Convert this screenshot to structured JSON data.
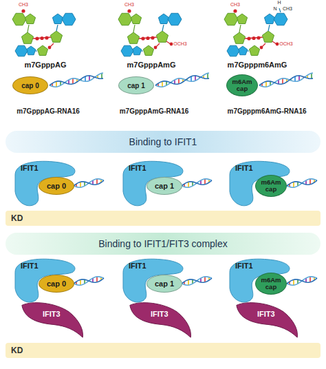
{
  "diagram": {
    "nodes": [
      {
        "text": [
          "cap 0"
        ]
      },
      {
        "text": [
          "cap 1"
        ]
      },
      {
        "text": [
          "m6Am cap"
        ]
      },
      {
        "text": [
          "Binding to IFIT1"
        ]
      },
      {
        "text": [
          "IFIT1"
        ]
      },
      {
        "text": [
          "cap 0"
        ],
        "in": 4
      },
      {
        "text": [
          "IFIT1"
        ]
      },
      {
        "text": [
          "cap 1"
        ],
        "in": 6
      },
      {
        "text": [
          "IFIT1"
        ]
      },
      {
        "text": [
          "m6Am cap"
        ],
        "in": 8
      },
      {
        "text": [
          "KD"
        ]
      },
      {
        "text": [
          "Binding to IFIT1/FIT3 complex"
        ]
      },
      {
        "text": [
          "IFIT1"
        ]
      },
      {
        "text": [
          "cap 0"
        ],
        "in": 12
      },
      {
        "text": [
          "IFIT3"
        ]
      },
      {
        "text": [
          "IFIT1"
        ]
      },
      {
        "text": [
          "cap 1"
        ],
        "in": 15
      },
      {
        "text": [
          "IFIT3"
        ]
      },
      {
        "text": [
          "IFIT1"
        ]
      },
      {
        "text": [
          "m6Am cap"
        ],
        "in": 18
      },
      {
        "text": [
          "IFIT3"
        ]
      },
      {
        "text": [
          "KD"
        ]
      }
    ],
    "labels": [
      "CH3",
      "CH3",
      "OCH3",
      "H",
      "N",
      "CH3",
      "CH3",
      "OCH3",
      "m7GpppAG",
      "m7GpppAmG",
      "m7Gpppm6AmG",
      "m7GpppAG-RNA16",
      "m7GpppAmG-RNA16",
      "m7Gpppm6AmG-RNA16"
    ]
  }
}
